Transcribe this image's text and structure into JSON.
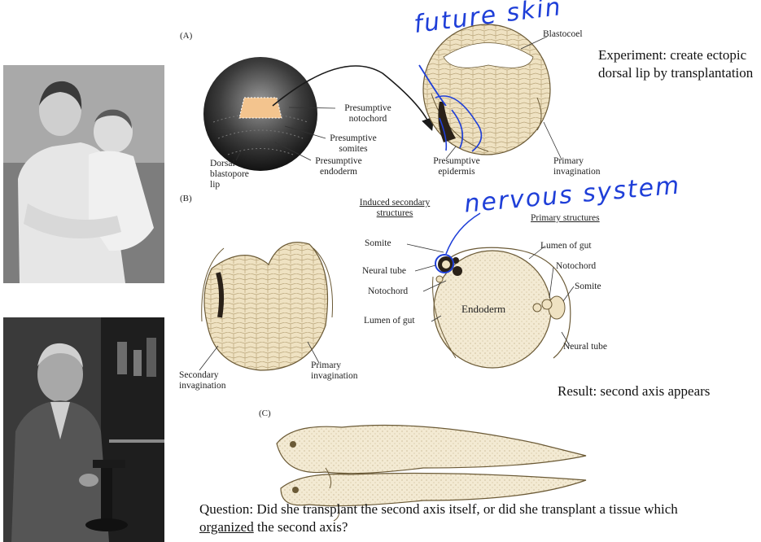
{
  "figure_labels": {
    "a": "(A)",
    "b": "(B)",
    "c": "(C)"
  },
  "panel_a": {
    "presumptive_notochord": "Presumptive notochord",
    "presumptive_somites": "Presumptive somites",
    "presumptive_endoderm": "Presumptive endoderm",
    "dorsal_blastopore_lip": "Dorsal blastopore lip",
    "blastocoel": "Blastocoel",
    "presumptive_epidermis": "Presumptive epidermis",
    "primary_invagination": "Primary invagination"
  },
  "panel_b": {
    "induced_secondary_structures": "Induced secondary structures",
    "primary_structures": "Primary structures",
    "secondary_invagination": "Secondary invagination",
    "primary_invagination": "Primary invagination",
    "left": {
      "somite": "Somite",
      "neural_tube": "Neural tube",
      "notochord": "Notochord",
      "lumen_of_gut": "Lumen of gut"
    },
    "endoderm": "Endoderm",
    "right": {
      "lumen_of_gut": "Lumen of gut",
      "notochord": "Notochord",
      "somite": "Somite",
      "neural_tube": "Neural tube"
    }
  },
  "annotations": {
    "future_skin": "future skin",
    "nervous_system": "nervous system"
  },
  "notes": {
    "experiment": "Experiment: create ectopic dorsal lip by transplantation",
    "result": "Result: second axis appears",
    "question_pre": "Question: Did she transplant the second axis itself, or did she transplant a tissue which ",
    "question_underlined": "organized",
    "question_post": " the second axis?"
  },
  "colors": {
    "handwriting": "#1f3fd8",
    "embryo_fill": "#efe2c2",
    "embryo_cells": "#b9a57a",
    "graft": "#f3c48e",
    "dark_tissue": "#2a2118"
  },
  "photos": [
    "photo-woman-with-baby",
    "photo-man-at-microscope"
  ]
}
